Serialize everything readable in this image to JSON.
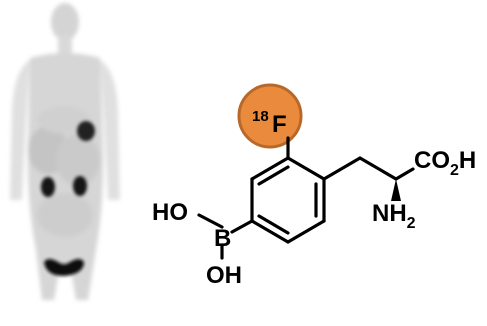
{
  "colors": {
    "label_circle_fill": "#e98a3c",
    "label_circle_stroke": "#b8692a",
    "bond": "#000000",
    "scan_body": "#bdbdbd",
    "scan_hotspot": "#141414"
  },
  "pet_scan": {
    "icon": "whole-body-pet-image",
    "hotspots": [
      "heart",
      "left-kidney",
      "right-kidney",
      "bladder"
    ]
  },
  "molecule": {
    "isotope_mass": "18",
    "isotope_symbol": "F",
    "carboxyl_main": "CO",
    "carboxyl_sub": "2",
    "carboxyl_end": "H",
    "amine_main": "NH",
    "amine_sub": "2",
    "boron_symbol": "B",
    "hydroxyl_top": "HO",
    "hydroxyl_bottom": "OH"
  }
}
